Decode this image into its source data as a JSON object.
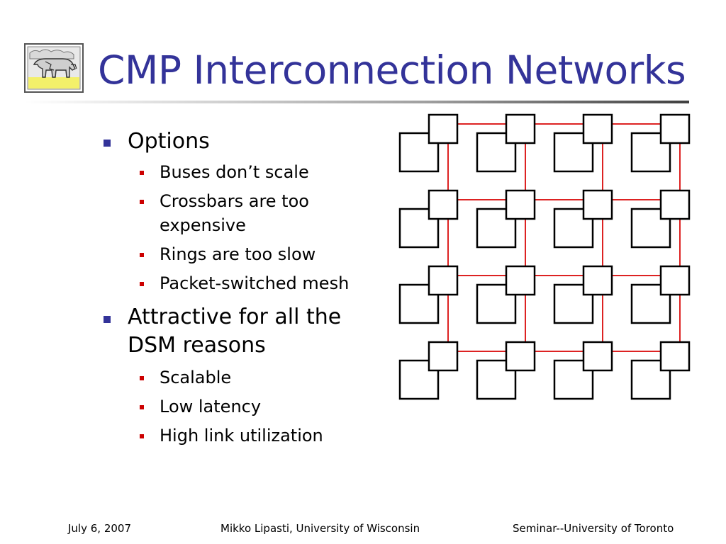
{
  "title": "CMP Interconnection Networks",
  "logo": {
    "icon": "cow-painting-icon"
  },
  "bullets": [
    {
      "text": "Options",
      "children": [
        "Buses don’t scale",
        "Crossbars are too expensive",
        "Rings are too slow",
        "Packet-switched mesh"
      ]
    },
    {
      "text": "Attractive for all the DSM reasons",
      "children": [
        "Scalable",
        "Low latency",
        "High link utilization"
      ]
    }
  ],
  "diagram": {
    "rows": 4,
    "cols": 4,
    "link_color": "#dd2222",
    "node_color": "#000000"
  },
  "footer": {
    "date": "July 6, 2007",
    "author": "Mikko Lipasti, University of Wisconsin",
    "venue": "Seminar--University of Toronto"
  },
  "colors": {
    "title": "#333399",
    "bullet_l1": "#333399",
    "bullet_l2": "#cc0000"
  }
}
